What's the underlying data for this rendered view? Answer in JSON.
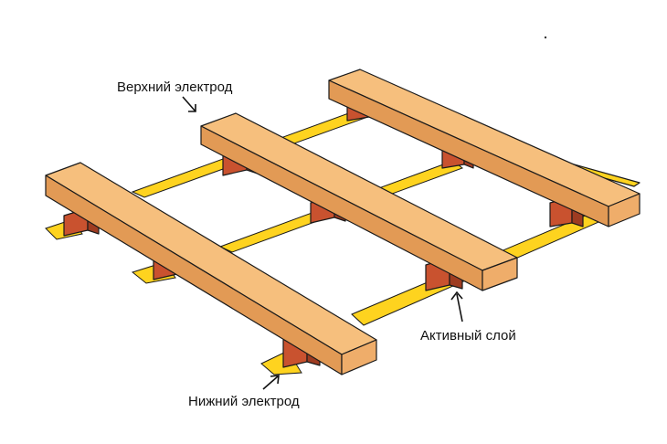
{
  "labels": {
    "top_electrode": "Верхний электрод",
    "active_layer": "Активный слой",
    "bottom_electrode": "Нижний электрод"
  },
  "colors": {
    "top_electrode_top": "#f6bf7d",
    "top_electrode_side": "#e29a55",
    "top_electrode_end": "#efad6a",
    "bottom_electrode": "#fed31f",
    "active_layer": "#c9522f",
    "active_layer_dark": "#9e3c21"
  },
  "structure": {
    "top_electrodes": 3,
    "bottom_electrodes": 3
  }
}
